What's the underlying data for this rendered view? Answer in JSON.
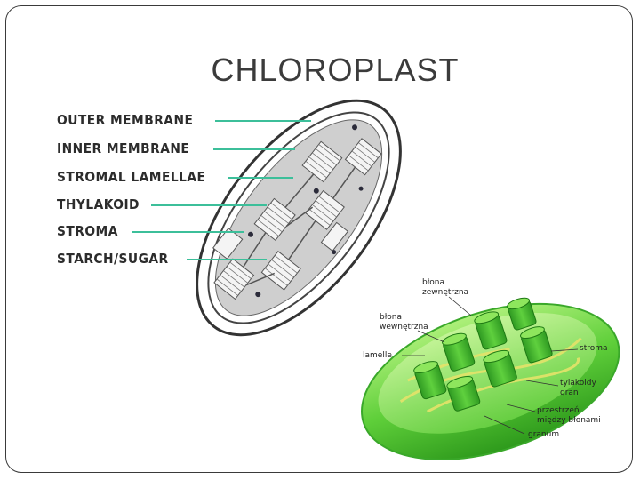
{
  "title": "CHLOROPLAST",
  "left_labels": [
    {
      "text": "OUTER MEMBRANE"
    },
    {
      "text": "INNER MEMBRANE"
    },
    {
      "text": "STROMAL LAMELLAE"
    },
    {
      "text": "THYLAKOID"
    },
    {
      "text": "STROMA"
    },
    {
      "text": "STARCH/SUGAR"
    }
  ],
  "right_labels": {
    "blona_zewnetrzna": [
      "błona",
      "zewnętrzna"
    ],
    "blona_wewnetrzna": [
      "błona",
      "wewnętrzna"
    ],
    "lamelle": "lamelle",
    "stroma": "stroma",
    "tylakoidy_gran": [
      "tylakoidy",
      "gran"
    ],
    "przestrzen": [
      "przestrzeń",
      "między błonami"
    ],
    "granum": "granum"
  },
  "colors": {
    "leader_line": "#3cbf9a",
    "green_light": "#7fdc4a",
    "green_dark": "#2f9e1f"
  }
}
